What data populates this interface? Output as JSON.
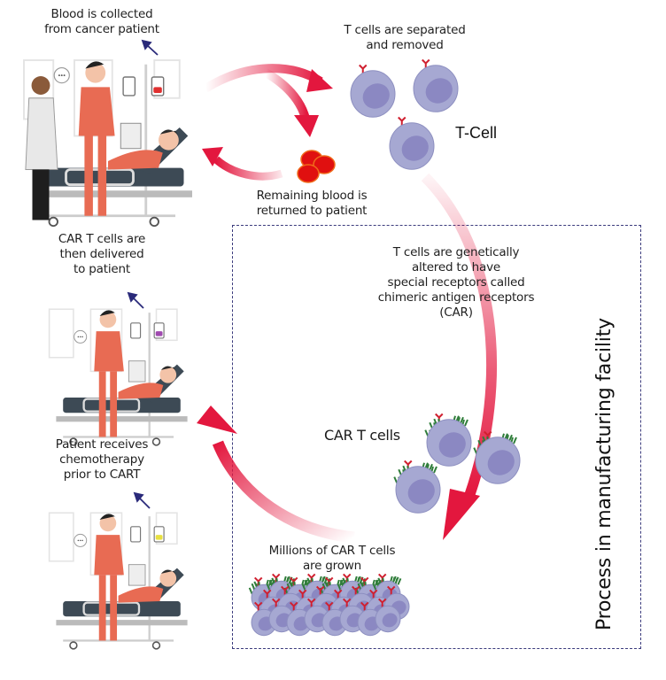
{
  "title": "CAR T-cell therapy process",
  "steps": {
    "blood_collected": {
      "line1": "Blood is collected",
      "line2": "from cancer patient"
    },
    "tcells_separated": {
      "line1": "T cells are separated",
      "line2": "and removed"
    },
    "tcell_name": "T-Cell",
    "remaining_blood": {
      "line1": "Remaining blood is",
      "line2": "returned to patient"
    },
    "genetically_altered": {
      "line1": "T cells are genetically",
      "line2": "altered to have",
      "line3": "special receptors called",
      "line4": "chimeric antigen receptors",
      "line5": "(CAR)"
    },
    "cart_cells": "CAR T cells",
    "millions_grown": {
      "line1": "Millions of CAR T cells",
      "line2": "are grown"
    },
    "delivered": {
      "line1": "CAR T cells are",
      "line2": "then delivered",
      "line3": "to patient"
    },
    "chemotherapy": {
      "line1": "Patient receives",
      "line2": "chemotherapy",
      "line3": "prior to CART"
    }
  },
  "facility_label": "Process in manufacturing facility",
  "colors": {
    "arrow_red": "#e3173e",
    "cell_body": "#a6a8d2",
    "cell_nucleus": "#8b88c2",
    "receptor_red": "#d02030",
    "receptor_green": "#2f7d3a",
    "blood_red": "#e01010",
    "dash_border": "#3a3a7c",
    "scrub_orange": "#e86b53",
    "bed_dark": "#3d4a55"
  }
}
